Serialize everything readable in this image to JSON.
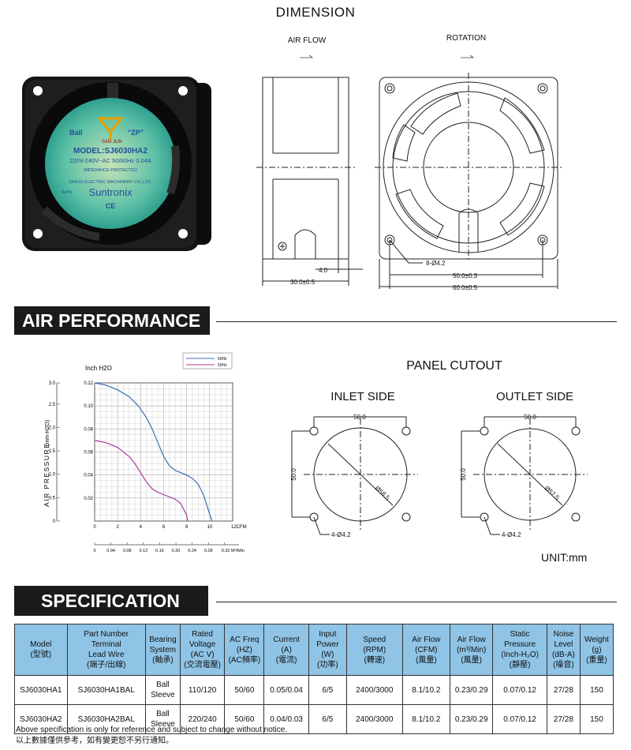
{
  "dimension": {
    "title": "DIMENSION",
    "air_flow_label": "AIR FLOW",
    "rotation_label": "ROTATION",
    "dim_4": "4.0",
    "dim_30": "30.0±0.5",
    "dim_holes": "8-Ø4.2",
    "dim_50": "50.0±0.3",
    "dim_60": "60.0±0.5"
  },
  "fan_label": {
    "bearing": "Ball",
    "brand_zh": "SAN JUN",
    "zp": "\"ZP\"",
    "model": "MODEL:SJ6030HA2",
    "rating": "220V-240V~AC  50/60Hz 0.04A",
    "impedance": "IMPEDANCE PROTECTED",
    "company": "SANJU ELECTRIC MACHINERY CO.,LTD.",
    "rohs": "RoHS",
    "logo": "Suntronix",
    "ce": "CE"
  },
  "air_performance": {
    "heading": "AIR PERFORMANCE"
  },
  "panel_cutout": {
    "title": "PANEL CUTOUT",
    "inlet": {
      "title": "INLET SIDE",
      "width": "50.0",
      "height": "50.0",
      "diameter": "Ø58.5",
      "holes": "4-Ø4.2"
    },
    "outlet": {
      "title": "OUTLET SIDE",
      "width": "50.0",
      "height": "50.0",
      "diameter": "Ø57.5",
      "holes": "4-Ø4.2"
    },
    "unit": "UNIT:mm"
  },
  "chart_data": {
    "type": "line",
    "title": "",
    "top_unit": "Inch H2O",
    "ylabel": "AIR PRESSURE",
    "ylabel_unit": "(mm-H2O)",
    "x_cfm_label": "CFM",
    "x_m3_label": "M³/Min",
    "xlim": [
      0,
      12
    ],
    "ylim_inch": [
      0,
      0.12
    ],
    "x_ticks_cfm": [
      "0",
      "2",
      "4",
      "6",
      "8",
      "10",
      "12"
    ],
    "x_ticks_m3": [
      "0",
      "0.04",
      "0.08",
      "0.12",
      "0.16",
      "0.20",
      "0.24",
      "0.28",
      "0.32"
    ],
    "y_ticks_inch": [
      "0.12",
      "0.10",
      "0.08",
      "0.06",
      "0.04",
      "0.02"
    ],
    "y_ticks_mm": [
      "3.0",
      "2.5",
      "2.0",
      "1.5",
      "1.0",
      "0.5",
      "0"
    ],
    "grid": true,
    "legend_position": "top-right",
    "series": [
      {
        "name": "60Hz",
        "color": "#3a6fb0",
        "x": [
          0,
          1,
          2,
          3,
          3.8,
          4.5,
          5,
          5.5,
          6,
          6.5,
          7,
          7.5,
          8,
          8.5,
          9,
          9.5,
          10,
          10.2
        ],
        "y": [
          0.12,
          0.118,
          0.114,
          0.108,
          0.1,
          0.09,
          0.08,
          0.068,
          0.056,
          0.048,
          0.044,
          0.042,
          0.04,
          0.037,
          0.032,
          0.022,
          0.006,
          0
        ]
      },
      {
        "name": "50Hz",
        "color": "#b03a9a",
        "x": [
          0,
          1,
          2,
          3,
          3.5,
          4,
          4.5,
          5,
          5.5,
          6,
          6.5,
          7,
          7.5,
          8,
          8.1
        ],
        "y": [
          0.07,
          0.068,
          0.064,
          0.056,
          0.05,
          0.042,
          0.034,
          0.028,
          0.025,
          0.023,
          0.021,
          0.019,
          0.015,
          0.005,
          0
        ]
      }
    ]
  },
  "specification": {
    "heading": "SPECIFICATION",
    "headers": [
      [
        "Model",
        "(型號)"
      ],
      [
        "Part Number",
        "Terminal",
        "Lead Wire",
        "(端子/出線)"
      ],
      [
        "Bearing",
        "System",
        "(軸承)"
      ],
      [
        "Rated",
        "Voltage",
        "(AC V)",
        "(交流電壓)"
      ],
      [
        "AC Freq",
        "(HZ)",
        "(AC頻率)"
      ],
      [
        "Current",
        "(A)",
        "(電流)"
      ],
      [
        "Input",
        "Power",
        "(W)",
        "(功率)"
      ],
      [
        "Speed",
        "(RPM)",
        "(轉速)"
      ],
      [
        "Air Flow",
        "(CFM)",
        "(風量)"
      ],
      [
        "Air Flow",
        "(m³/Min)",
        "(風量)"
      ],
      [
        "Static",
        "Pressure",
        "(Inch-H₂O)",
        "(靜壓)"
      ],
      [
        "Noise",
        "Level",
        "(dB-A)",
        "(噪音)"
      ],
      [
        "Weight",
        "(g)",
        "(重量)"
      ]
    ],
    "rows": [
      [
        "SJ6030HA1",
        "SJ6030HA1BAL",
        "Ball Sleeve",
        "110/120",
        "50/60",
        "0.05/0.04",
        "6/5",
        "2400/3000",
        "8.1/10.2",
        "0.23/0.29",
        "0.07/0.12",
        "27/28",
        "150"
      ],
      [
        "SJ6030HA2",
        "SJ6030HA2BAL",
        "Ball Sleeve",
        "220/240",
        "50/60",
        "0.04/0.03",
        "6/5",
        "2400/3000",
        "8.1/10.2",
        "0.23/0.29",
        "0.07/0.12",
        "27/28",
        "150"
      ]
    ],
    "note_en": "Above specification is only for reference and subject to change without notice.",
    "note_zh": "以上數據僅供參考，如有變更恕不另行通知。"
  },
  "colors": {
    "header_blue": "#8fc4e6",
    "bar_black": "#1b1b1b",
    "label_teal": "#45b79a"
  }
}
